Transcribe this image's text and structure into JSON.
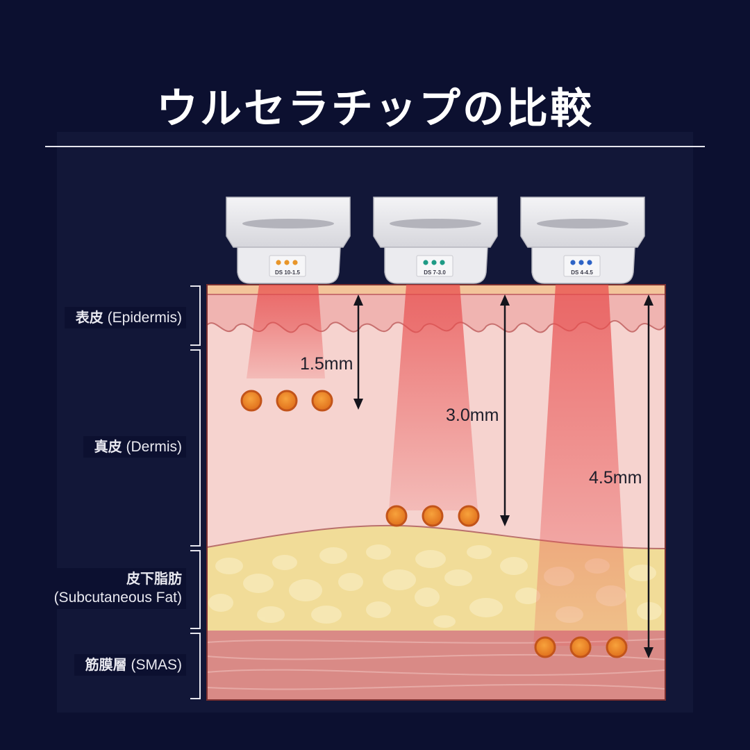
{
  "title": "ウルセラチップの比較",
  "layers": [
    {
      "jp": "表皮",
      "en": "(Epidermis)"
    },
    {
      "jp": "真皮",
      "en": "(Dermis)"
    },
    {
      "jp": "皮下脂肪",
      "en": "(Subcutaneous Fat)"
    },
    {
      "jp": "筋膜層",
      "en": "(SMAS)"
    }
  ],
  "transducers": [
    {
      "code": "DS 10-1.5",
      "depth_label": "1.5mm",
      "depth_mm": 1.5,
      "dot_color": "#e8962a"
    },
    {
      "code": "DS 7-3.0",
      "depth_label": "3.0mm",
      "depth_mm": 3.0,
      "dot_color": "#1f9b86"
    },
    {
      "code": "DS 4-4.5",
      "depth_label": "4.5mm",
      "depth_mm": 4.5,
      "dot_color": "#2d63c6"
    }
  ],
  "colors": {
    "background": "#0c1030",
    "epidermis": "#f3b7b4",
    "dermis": "#f6cfcc",
    "fat": "#f2df9a",
    "smas": "#d88783",
    "focal_point": "#e8761e"
  }
}
